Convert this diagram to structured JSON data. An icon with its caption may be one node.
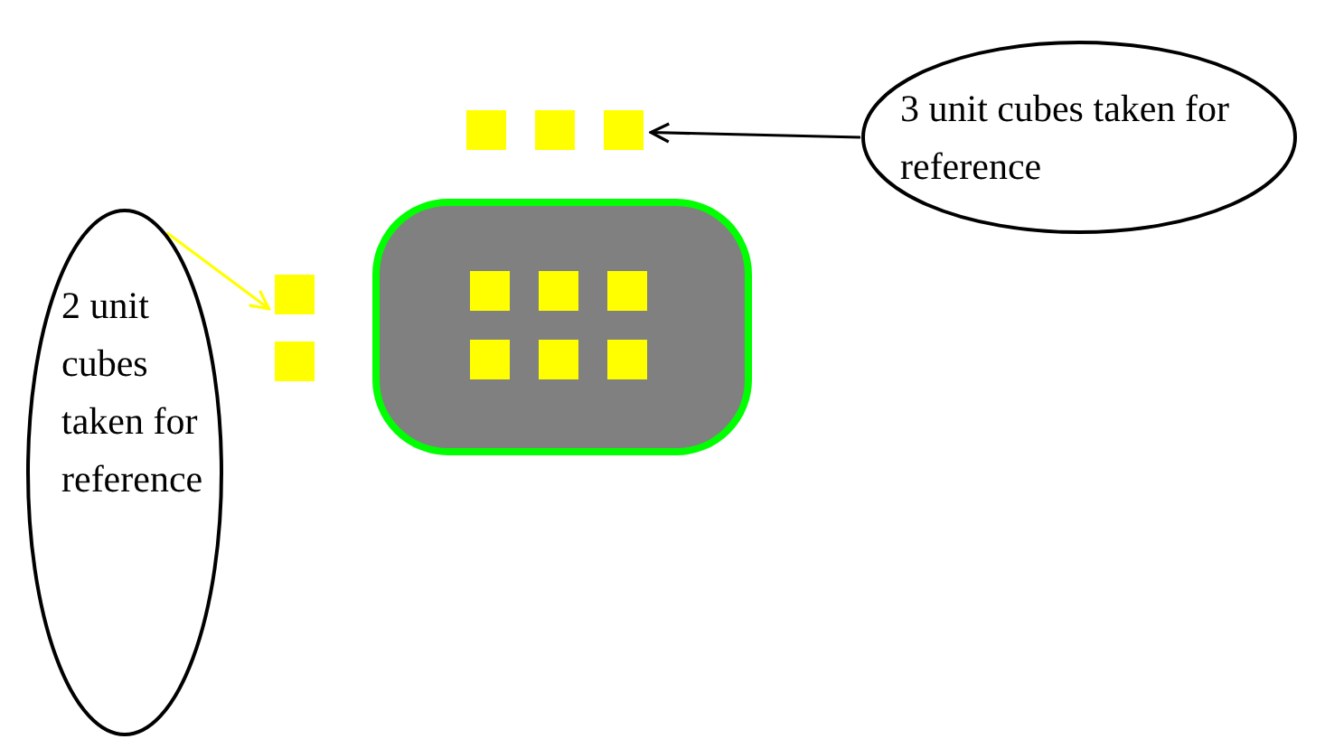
{
  "diagram": {
    "nodes": [
      {
        "text": [
          "3 unit cubes taken for reference"
        ]
      },
      {
        "text": [],
        "shape": "box"
      },
      {
        "text": [
          "2 unit cubes taken for reference"
        ]
      },
      {
        "text": [],
        "shape": "box"
      }
    ],
    "edges": [
      {
        "from": 0,
        "to": 1,
        "arrow": "to"
      },
      {
        "from": 2,
        "to": 3,
        "arrow": "to",
        "color": "#ffff00"
      }
    ]
  }
}
